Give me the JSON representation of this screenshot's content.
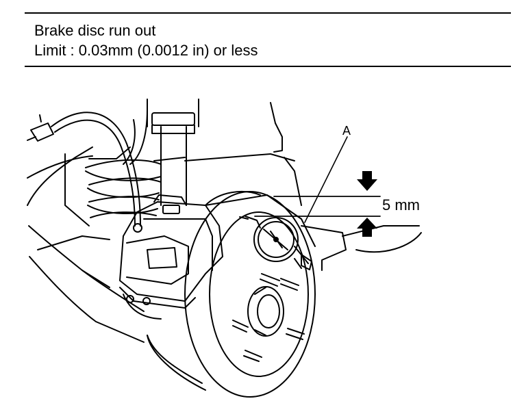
{
  "spec": {
    "title": "Brake disc run out",
    "limit": "Limit : 0.03mm (0.0012 in) or less"
  },
  "figure": {
    "callout_label": "A",
    "dimension_label": "5 mm"
  }
}
